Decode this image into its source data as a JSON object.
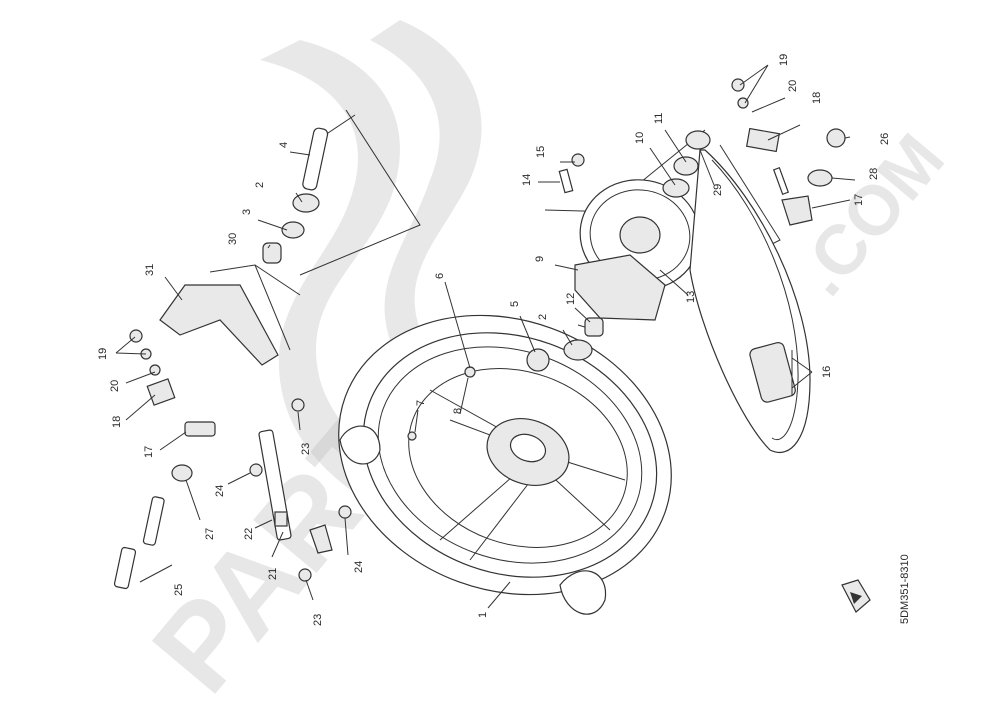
{
  "diagram": {
    "code": "5DM351-8310",
    "watermark": {
      "word": "PARTS",
      "domain": ".COM"
    },
    "callouts": {
      "c1": "1",
      "c2a": "2",
      "c2b": "2",
      "c3": "3",
      "c4": "4",
      "c5": "5",
      "c6": "6",
      "c7": "7",
      "c8": "8",
      "c9": "9",
      "c10": "10",
      "c11": "11",
      "c12": "12",
      "c13": "13",
      "c14": "14",
      "c15": "15",
      "c16": "16",
      "c17a": "17",
      "c17b": "17",
      "c18a": "18",
      "c18b": "18",
      "c19a": "19",
      "c19b": "19",
      "c20a": "20",
      "c20b": "20",
      "c21": "21",
      "c22": "22",
      "c23a": "23",
      "c23b": "23",
      "c24a": "24",
      "c24b": "24",
      "c25": "25",
      "c26": "26",
      "c27": "27",
      "c28": "28",
      "c29": "29",
      "c30": "30",
      "c31": "31"
    }
  }
}
